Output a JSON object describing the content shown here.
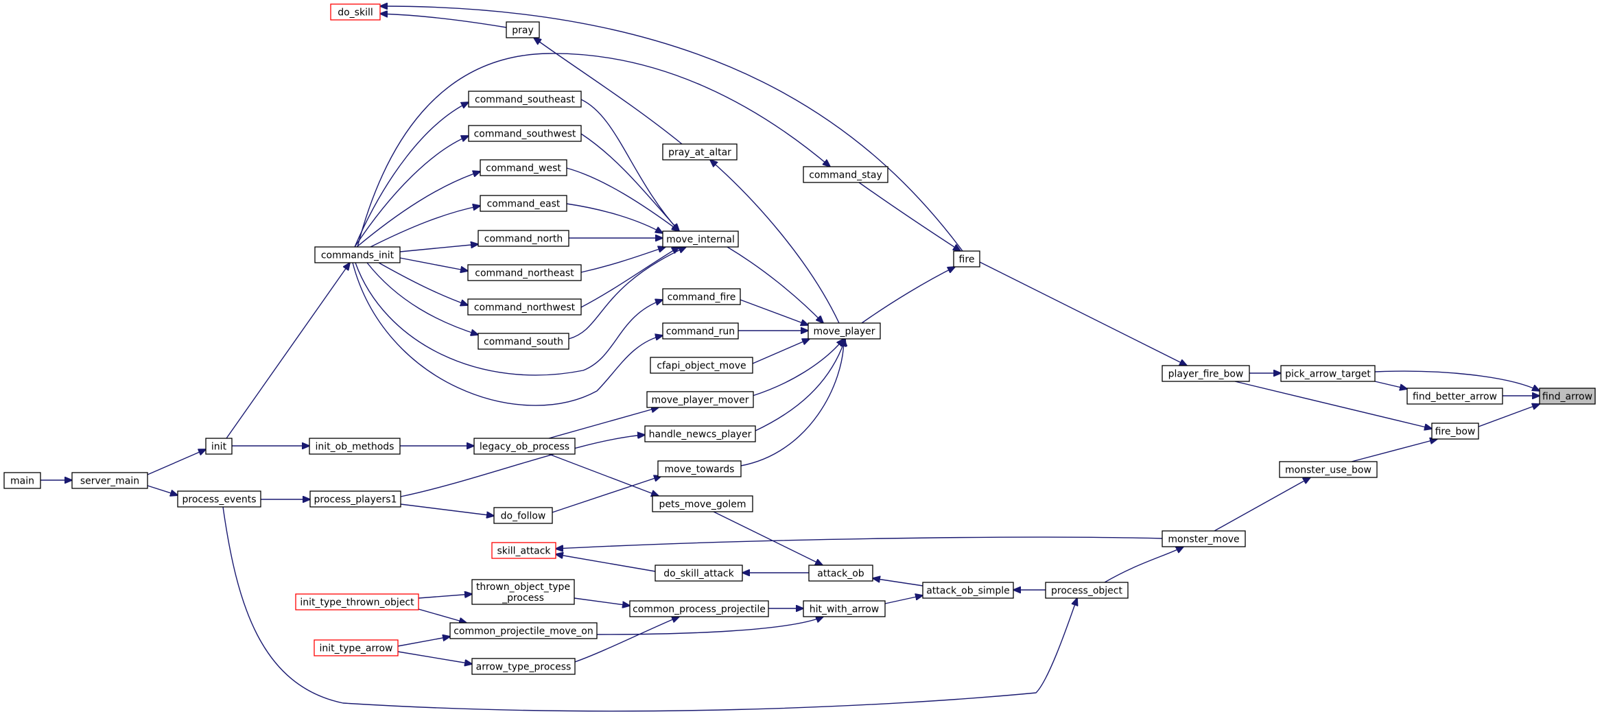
{
  "graph": {
    "title": "",
    "colors": {
      "edge": "#191970",
      "node_border": "#000000",
      "truncated_border": "#ff0000",
      "current_fill": "#bfbfbf"
    },
    "nodes": [
      {
        "id": "find_arrow",
        "label": "find_arrow",
        "current": true
      },
      {
        "id": "pick_arrow_target",
        "label": "pick_arrow_target"
      },
      {
        "id": "find_better_arrow",
        "label": "find_better_arrow"
      },
      {
        "id": "fire_bow",
        "label": "fire_bow"
      },
      {
        "id": "player_fire_bow",
        "label": "player_fire_bow"
      },
      {
        "id": "monster_use_bow",
        "label": "monster_use_bow"
      },
      {
        "id": "fire",
        "label": "fire"
      },
      {
        "id": "monster_move",
        "label": "monster_move"
      },
      {
        "id": "do_skill",
        "label": "do_skill",
        "truncated": true
      },
      {
        "id": "pray",
        "label": "pray"
      },
      {
        "id": "pray_at_altar",
        "label": "pray_at_altar"
      },
      {
        "id": "command_stay",
        "label": "command_stay"
      },
      {
        "id": "move_player",
        "label": "move_player"
      },
      {
        "id": "move_internal",
        "label": "move_internal"
      },
      {
        "id": "command_fire",
        "label": "command_fire"
      },
      {
        "id": "command_run",
        "label": "command_run"
      },
      {
        "id": "cfapi_object_move",
        "label": "cfapi_object_move"
      },
      {
        "id": "move_player_mover",
        "label": "move_player_mover"
      },
      {
        "id": "handle_newcs_player",
        "label": "handle_newcs_player"
      },
      {
        "id": "move_towards",
        "label": "move_towards"
      },
      {
        "id": "pets_move_golem",
        "label": "pets_move_golem"
      },
      {
        "id": "command_southeast",
        "label": "command_southeast"
      },
      {
        "id": "command_southwest",
        "label": "command_southwest"
      },
      {
        "id": "command_west",
        "label": "command_west"
      },
      {
        "id": "command_east",
        "label": "command_east"
      },
      {
        "id": "command_north",
        "label": "command_north"
      },
      {
        "id": "command_northeast",
        "label": "command_northeast"
      },
      {
        "id": "command_northwest",
        "label": "command_northwest"
      },
      {
        "id": "command_south",
        "label": "command_south"
      },
      {
        "id": "commands_init",
        "label": "commands_init"
      },
      {
        "id": "init",
        "label": "init"
      },
      {
        "id": "init_ob_methods",
        "label": "init_ob_methods"
      },
      {
        "id": "legacy_ob_process",
        "label": "legacy_ob_process"
      },
      {
        "id": "main",
        "label": "main"
      },
      {
        "id": "server_main",
        "label": "server_main"
      },
      {
        "id": "process_events",
        "label": "process_events"
      },
      {
        "id": "process_players1",
        "label": "process_players1"
      },
      {
        "id": "do_follow",
        "label": "do_follow"
      },
      {
        "id": "skill_attack",
        "label": "skill_attack",
        "truncated": true
      },
      {
        "id": "do_skill_attack",
        "label": "do_skill_attack"
      },
      {
        "id": "attack_ob",
        "label": "attack_ob"
      },
      {
        "id": "attack_ob_simple",
        "label": "attack_ob_simple"
      },
      {
        "id": "process_object",
        "label": "process_object"
      },
      {
        "id": "thrown_object_type_process",
        "label": "thrown_object_type\n_process"
      },
      {
        "id": "init_type_thrown_object",
        "label": "init_type_thrown_object",
        "truncated": true
      },
      {
        "id": "common_process_projectile",
        "label": "common_process_projectile"
      },
      {
        "id": "hit_with_arrow",
        "label": "hit_with_arrow"
      },
      {
        "id": "common_projectile_move_on",
        "label": "common_projectile_move_on"
      },
      {
        "id": "init_type_arrow",
        "label": "init_type_arrow",
        "truncated": true
      },
      {
        "id": "arrow_type_process",
        "label": "arrow_type_process"
      }
    ],
    "edges": [
      [
        "pick_arrow_target",
        "find_arrow"
      ],
      [
        "find_better_arrow",
        "find_arrow"
      ],
      [
        "fire_bow",
        "find_arrow"
      ],
      [
        "player_fire_bow",
        "pick_arrow_target"
      ],
      [
        "pick_arrow_target",
        "find_better_arrow"
      ],
      [
        "player_fire_bow",
        "fire_bow"
      ],
      [
        "monster_use_bow",
        "fire_bow"
      ],
      [
        "fire",
        "player_fire_bow"
      ],
      [
        "monster_move",
        "monster_use_bow"
      ],
      [
        "fire",
        "do_skill"
      ],
      [
        "pray",
        "do_skill"
      ],
      [
        "pray_at_altar",
        "pray"
      ],
      [
        "move_player",
        "pray_at_altar"
      ],
      [
        "command_stay",
        "fire"
      ],
      [
        "commands_init",
        "command_stay"
      ],
      [
        "move_player",
        "fire"
      ],
      [
        "move_internal",
        "move_player"
      ],
      [
        "command_fire",
        "move_player"
      ],
      [
        "command_run",
        "move_player"
      ],
      [
        "cfapi_object_move",
        "move_player"
      ],
      [
        "move_player_mover",
        "move_player"
      ],
      [
        "handle_newcs_player",
        "move_player"
      ],
      [
        "move_towards",
        "move_player"
      ],
      [
        "command_southeast",
        "move_internal"
      ],
      [
        "command_southwest",
        "move_internal"
      ],
      [
        "command_west",
        "move_internal"
      ],
      [
        "command_east",
        "move_internal"
      ],
      [
        "command_north",
        "move_internal"
      ],
      [
        "command_northeast",
        "move_internal"
      ],
      [
        "command_northwest",
        "move_internal"
      ],
      [
        "command_south",
        "move_internal"
      ],
      [
        "commands_init",
        "command_southeast"
      ],
      [
        "commands_init",
        "command_southwest"
      ],
      [
        "commands_init",
        "command_west"
      ],
      [
        "commands_init",
        "command_east"
      ],
      [
        "commands_init",
        "command_north"
      ],
      [
        "commands_init",
        "command_northeast"
      ],
      [
        "commands_init",
        "command_northwest"
      ],
      [
        "commands_init",
        "command_south"
      ],
      [
        "commands_init",
        "command_fire"
      ],
      [
        "commands_init",
        "command_run"
      ],
      [
        "init",
        "commands_init"
      ],
      [
        "server_main",
        "init"
      ],
      [
        "main",
        "server_main"
      ],
      [
        "init",
        "init_ob_methods"
      ],
      [
        "init_ob_methods",
        "legacy_ob_process"
      ],
      [
        "legacy_ob_process",
        "move_player_mover"
      ],
      [
        "process_players1",
        "handle_newcs_player"
      ],
      [
        "server_main",
        "process_events"
      ],
      [
        "process_events",
        "process_players1"
      ],
      [
        "process_players1",
        "do_follow"
      ],
      [
        "do_follow",
        "move_towards"
      ],
      [
        "legacy_ob_process",
        "pets_move_golem"
      ],
      [
        "pets_move_golem",
        "attack_ob"
      ],
      [
        "monster_move",
        "skill_attack"
      ],
      [
        "do_skill_attack",
        "skill_attack"
      ],
      [
        "attack_ob",
        "do_skill_attack"
      ],
      [
        "attack_ob_simple",
        "attack_ob"
      ],
      [
        "hit_with_arrow",
        "attack_ob_simple"
      ],
      [
        "process_object",
        "attack_ob_simple"
      ],
      [
        "process_object",
        "monster_move"
      ],
      [
        "process_events",
        "process_object"
      ],
      [
        "common_process_projectile",
        "hit_with_arrow"
      ],
      [
        "common_projectile_move_on",
        "hit_with_arrow"
      ],
      [
        "thrown_object_type_process",
        "common_process_projectile"
      ],
      [
        "arrow_type_process",
        "common_process_projectile"
      ],
      [
        "init_type_thrown_object",
        "thrown_object_type_process"
      ],
      [
        "init_type_thrown_object",
        "common_projectile_move_on"
      ],
      [
        "init_type_arrow",
        "common_projectile_move_on"
      ],
      [
        "init_type_arrow",
        "arrow_type_process"
      ]
    ]
  }
}
